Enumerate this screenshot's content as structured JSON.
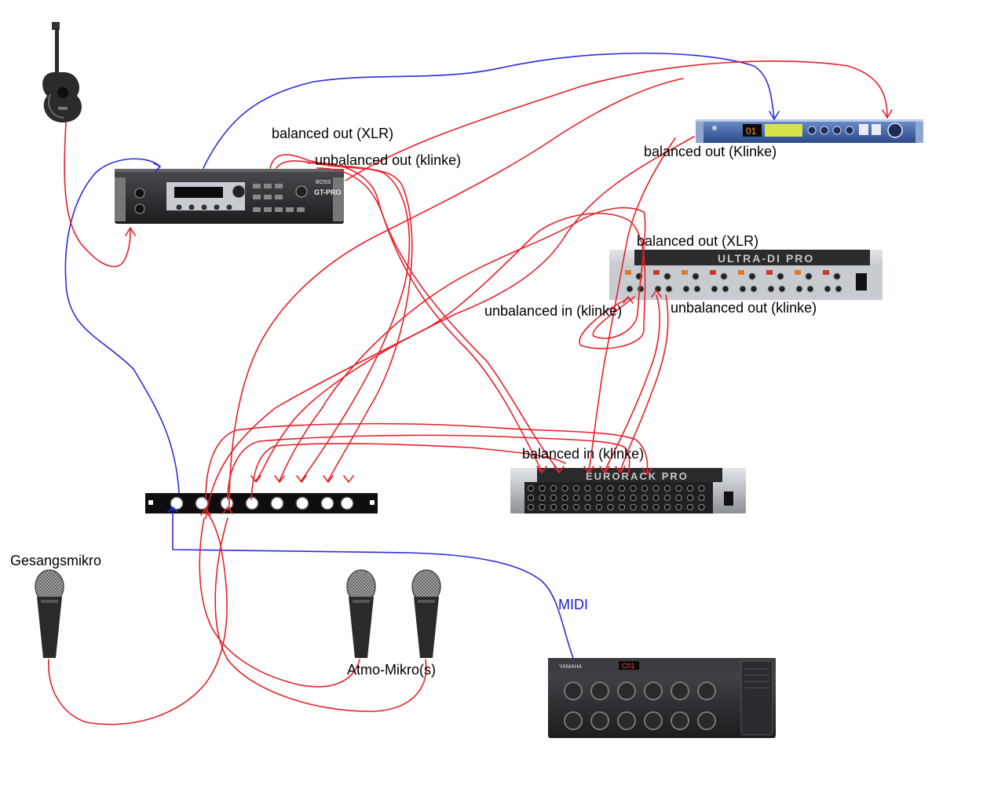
{
  "labels": {
    "gt_balanced_out": "balanced out (XLR)",
    "gt_unbalanced_out": "unbalanced out (klinke)",
    "tc_balanced_out": "balanced out (Klinke)",
    "di_balanced_out": "balanced out (XLR)",
    "di_unbalanced_in": "unbalanced in (klinke)",
    "di_unbalanced_out": "unbalanced out (klinke)",
    "mixer_balanced_in": "balanced in (klinke)",
    "gesangsmikro": "Gesangsmikro",
    "atmo_mikro": "Atmo-Mikro(s)",
    "midi": "MIDI"
  },
  "device_text": {
    "gt_brand": "BOSS",
    "gt_model": "GT-PRO",
    "di_front": "ULTRA-DI PRO",
    "mixer_front": "EURORACK PRO",
    "tc_display": "01",
    "foot_brand": "YAMAHA",
    "foot_display": "C01"
  },
  "colors": {
    "audio_cable": "#e8202a",
    "midi_cable": "#2c2cdc",
    "label_midi": "#1a1acc",
    "rack_dark": "#2a2a2e",
    "rack_silver": "#bfc3c8",
    "tc_blue": "#3a5fa8"
  },
  "icons": {
    "guitar": "acoustic-guitar-icon",
    "microphone": "microphone-icon"
  }
}
